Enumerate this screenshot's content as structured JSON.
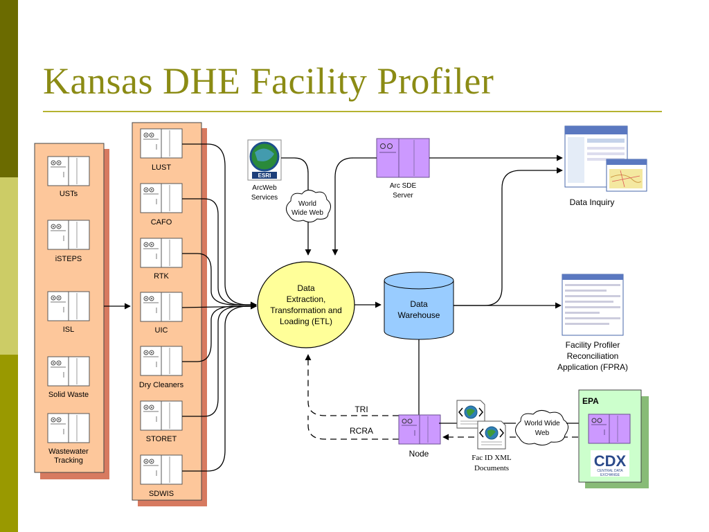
{
  "title": "Kansas DHE Facility Profiler",
  "colors": {
    "title": "#8b8b14",
    "panel": "#fdc79b",
    "panel_shadow": "#d77a60",
    "etl": "#ffff99",
    "warehouse": "#99ccff",
    "server_purple": "#cc99ff",
    "epa_panel": "#ccffcc"
  },
  "left_sources": [
    "USTs",
    "iSTEPS",
    "ISL",
    "Solid Waste",
    "Wastewater",
    "Tracking"
  ],
  "middle_sources": [
    "LUST",
    "CAFO",
    "RTK",
    "UIC",
    "Dry Cleaners",
    "STORET",
    "SDWIS"
  ],
  "arcweb": {
    "badge": "ESRI",
    "line1": "ArcWeb",
    "line2": "Services"
  },
  "www_top": {
    "line1": "World",
    "line2": "Wide Web"
  },
  "arc_sde": {
    "line1": "Arc SDE",
    "line2": "Server"
  },
  "etl": {
    "line1": "Data",
    "line2": "Extraction,",
    "line3": "Transformation and",
    "line4": "Loading (ETL)"
  },
  "warehouse": {
    "line1": "Data",
    "line2": "Warehouse"
  },
  "data_inquiry": "Data Inquiry",
  "fpra": {
    "line1": "Facility Profiler",
    "line2": "Reconciliation",
    "line3": "Application (FPRA)"
  },
  "tri_label": "TRI",
  "rcra_label": "RCRA",
  "node_label": "Node",
  "fac_docs": {
    "line1": "Fac ID XML",
    "line2": "Documents"
  },
  "www_bottom": {
    "line1": "World Wide",
    "line2": "Web"
  },
  "epa": {
    "label": "EPA",
    "cdx": "CDX",
    "cdx_sub1": "CENTRAL DATA",
    "cdx_sub2": "EXCHANGE"
  }
}
